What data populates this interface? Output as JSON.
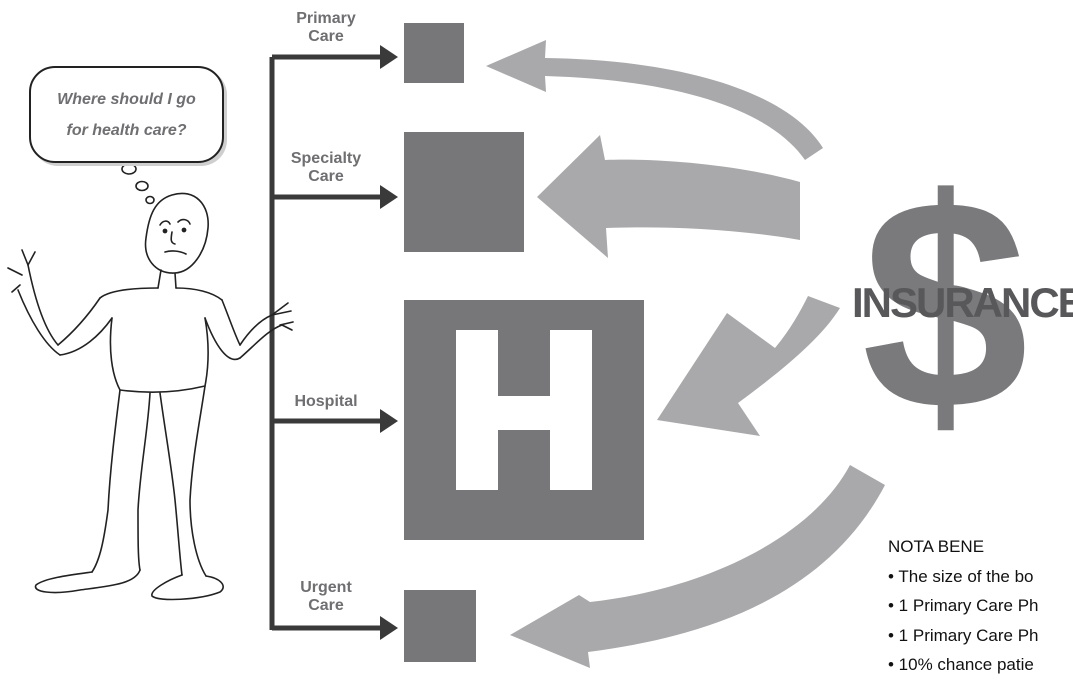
{
  "bubble": {
    "line1": "Where should I go",
    "line2": "for health care?"
  },
  "labels": {
    "primary": [
      "Primary",
      "Care"
    ],
    "specialty": [
      "Specialty",
      "Care"
    ],
    "hospital": "Hospital",
    "urgent": [
      "Urgent",
      "Care"
    ]
  },
  "hospital_letter": "H",
  "insurance_label": "INSURANCE",
  "dollar_symbol": "$",
  "notes": {
    "title": "NOTA BENE",
    "items": [
      "• The size of the bo",
      "• 1 Primary Care Ph",
      "• 1 Primary Care Ph",
      "• 10% chance patie"
    ]
  },
  "colors": {
    "box": "#77777a",
    "arrow_dark": "#3a3a3a",
    "arrow_light": "#a9a9ab",
    "dollar": "#7a7a7c",
    "text_gray": "#6f6f72"
  }
}
